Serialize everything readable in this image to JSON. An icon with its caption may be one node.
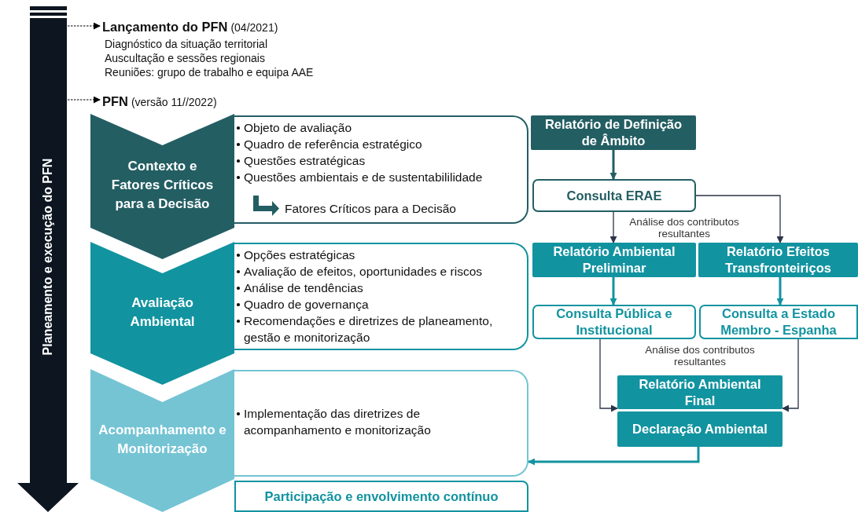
{
  "diagram": {
    "nodes": [
      {
        "text": [
          "Planeamento e execução do PFN"
        ]
      },
      {
        "text": [
          "**Lançamento do PFN** (04/2021)",
          "Diagnóstico da situação territorial",
          "Auscultação e sessões regionais",
          "Reuniões: grupo de trabalho e equipa AAE"
        ]
      },
      {
        "text": [
          "**PFN** (versão 11//2022)"
        ]
      },
      {
        "text": [
          "Contexto e Fatores Críticos para a Decisão"
        ]
      },
      {
        "text": [
          "Objeto de avaliação",
          "Quadro de referência estratégico",
          "Questões estratégicas",
          "Questões ambientais e de sustentabililidade",
          "Fatores Críticos para a Decisão"
        ]
      },
      {
        "text": [
          "Avaliação Ambiental"
        ]
      },
      {
        "text": [
          "Opções estratégicas",
          "Avaliação de efeitos, oportunidades e riscos",
          "Análise de tendências",
          "Quadro de governança",
          "Recomendações e diretrizes de planeamento, gestão e monitorização"
        ]
      },
      {
        "text": [
          "Acompanhamento e Monitorização"
        ]
      },
      {
        "text": [
          "Implementação das diretrizes de acompanhamento e monitorização"
        ]
      },
      {
        "text": [
          "Participação e envolvimento contínuo"
        ]
      },
      {
        "text": [
          "Relatório de Definição de Âmbito"
        ]
      },
      {
        "text": [
          "Consulta ERAE"
        ]
      },
      {
        "text": [
          "Relatório Ambiental Preliminar"
        ]
      },
      {
        "text": [
          "Relatório Efeitos Transfronteiriços"
        ]
      },
      {
        "text": [
          "Consulta Pública e Institucional"
        ]
      },
      {
        "text": [
          "Consulta a Estado Membro - Espanha"
        ]
      },
      {
        "text": [
          "Relatório Ambiental Final"
        ]
      },
      {
        "text": [
          "Declaração Ambiental"
        ]
      }
    ],
    "edges": [
      {
        "from": 0,
        "to": 1,
        "arrow": "to",
        "style": "dashed",
        "color": "#000000"
      },
      {
        "from": 0,
        "to": 2,
        "arrow": "to",
        "style": "dashed",
        "color": "#000000"
      },
      {
        "from": 10,
        "to": 11,
        "arrow": "to",
        "style": "thick",
        "color": "#235e63"
      },
      {
        "from": 11,
        "to": 12,
        "arrow": "to"
      },
      {
        "from": 11,
        "to": 13,
        "arrow": "to"
      },
      {
        "from": 12,
        "to": 14,
        "arrow": "to",
        "style": "thick",
        "color": "#1293a0"
      },
      {
        "from": 13,
        "to": 15,
        "arrow": "to",
        "style": "thick",
        "color": "#1293a0"
      },
      {
        "from": 14,
        "to": 16,
        "arrow": "to"
      },
      {
        "from": 15,
        "to": 16,
        "arrow": "to"
      },
      {
        "from": 17,
        "to": 8,
        "arrow": "to",
        "style": "thick",
        "color": "#1293a0"
      }
    ],
    "labels": [
      "Análise dos contributos resultantes",
      "Análise dos contributos resultantes"
    ]
  }
}
